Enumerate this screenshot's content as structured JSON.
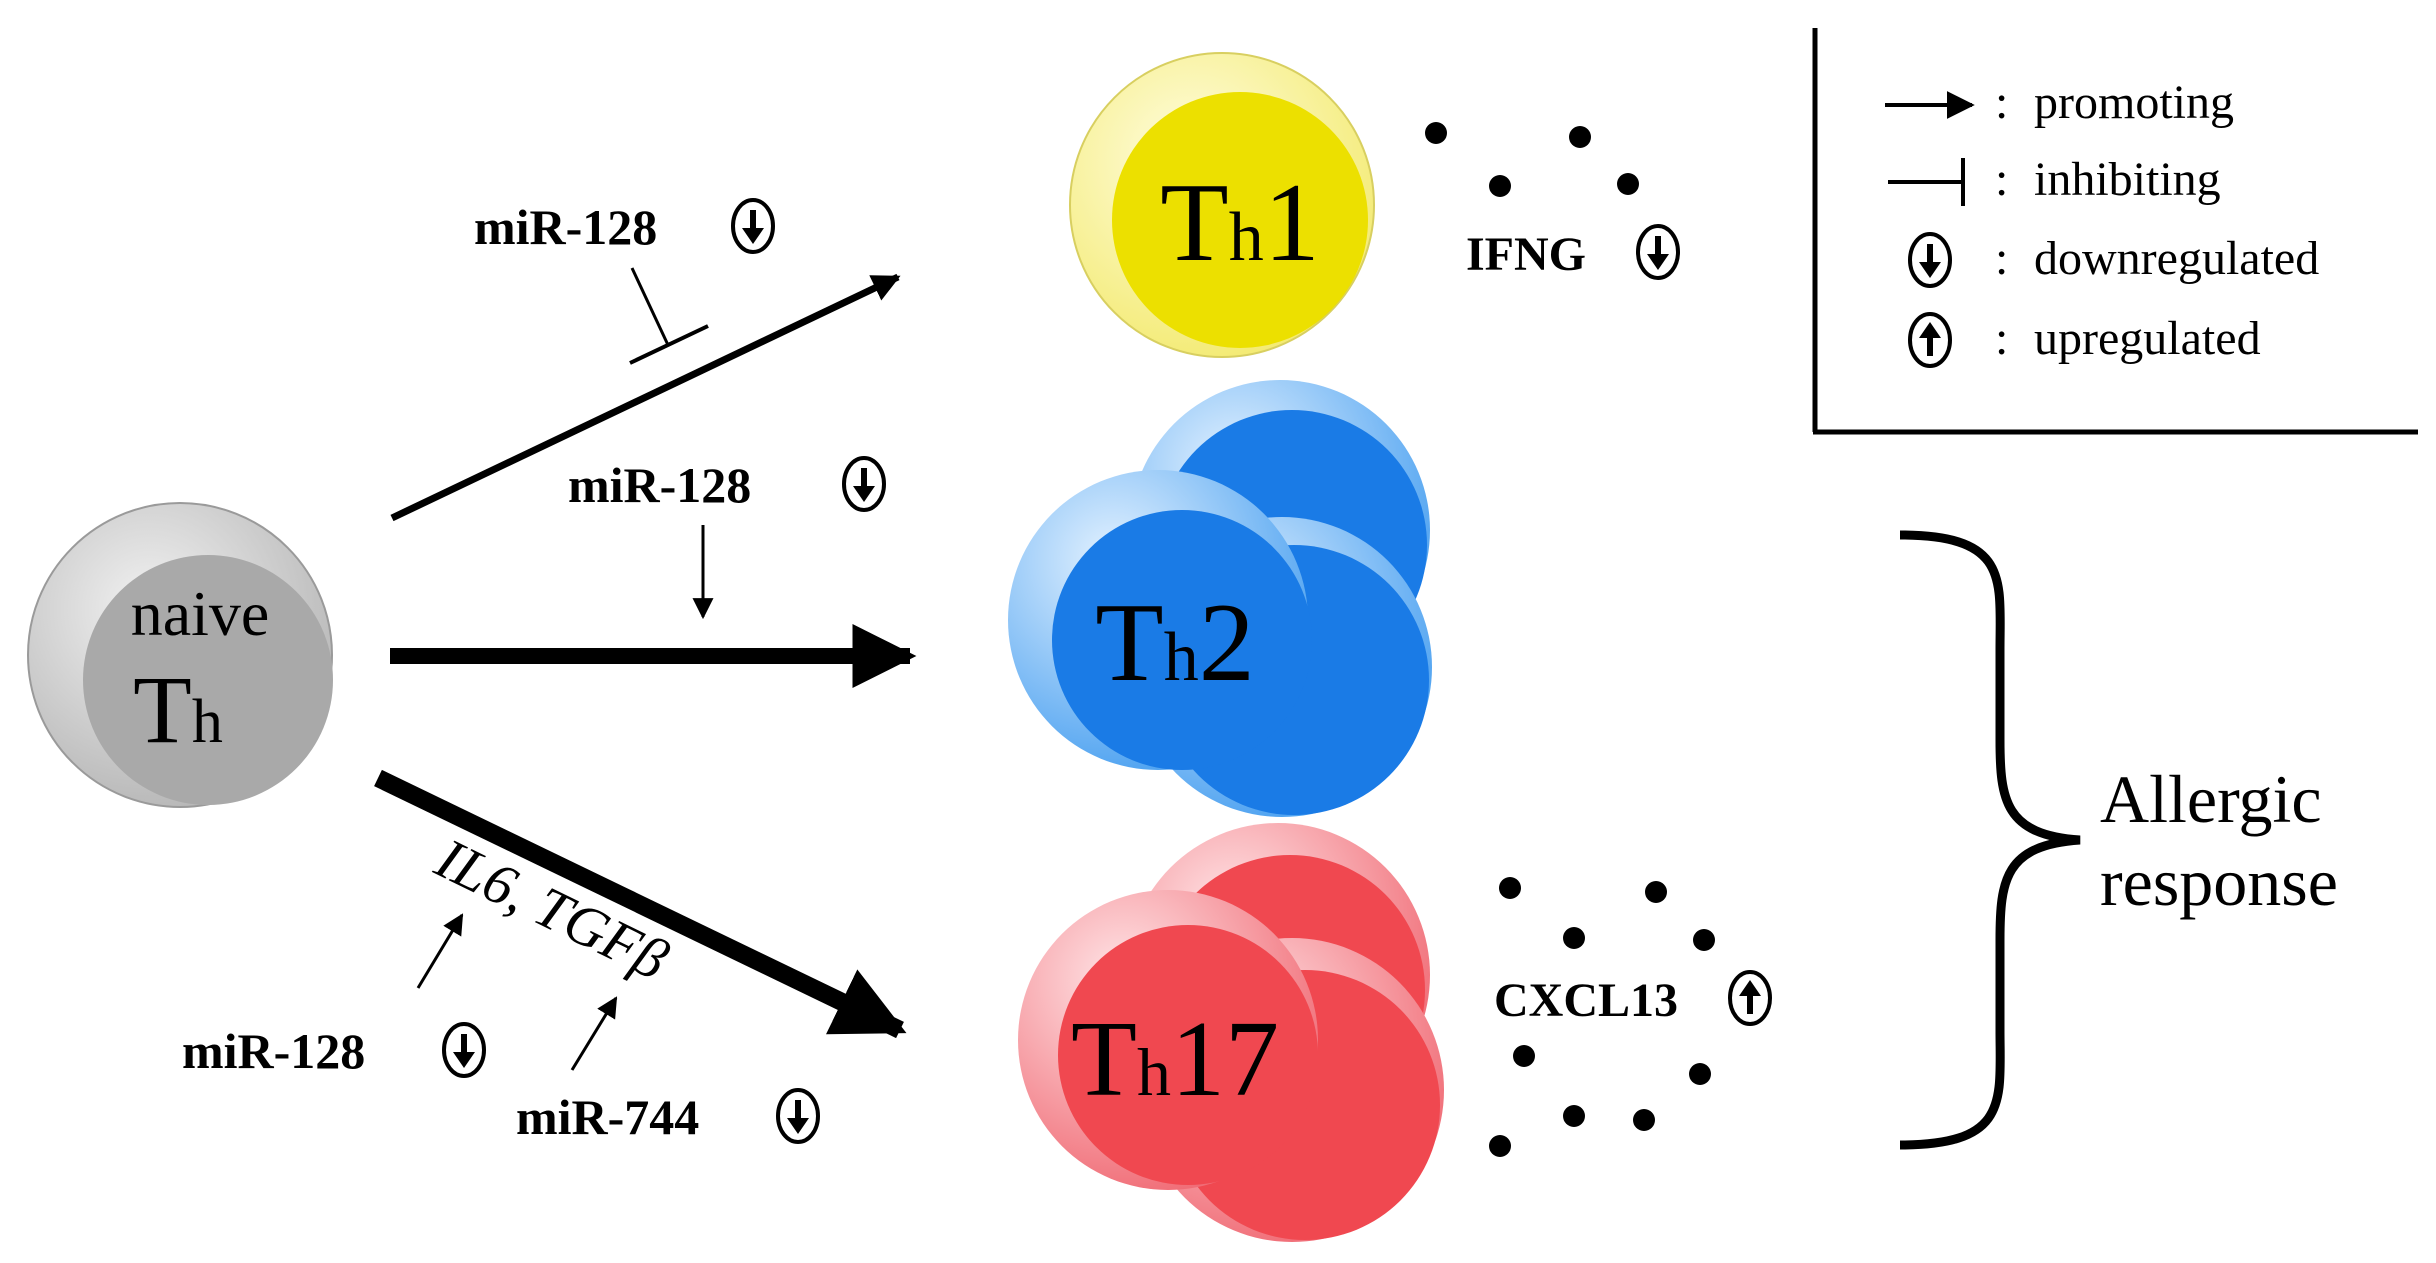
{
  "cells": {
    "naive_line1": "naive",
    "naive_main": "T",
    "naive_sub": "h",
    "th1_main": "T",
    "th1_sub": "h",
    "th1_num": "1",
    "th2_main": "T",
    "th2_sub": "h",
    "th2_num": "2",
    "th17_main": "T",
    "th17_sub": "h",
    "th17_num": "17"
  },
  "labels": {
    "mir128_th1": "miR-128",
    "mir128_th2": "miR-128",
    "mir128_th17": "miR-128",
    "mir744_th17": "miR-744",
    "il6_tgfb": "IL6, TGFβ",
    "ifng": "IFNG",
    "cxcl13": "CXCL13",
    "allergic_line1": "Allergic",
    "allergic_line2": "response"
  },
  "legend": {
    "items": [
      {
        "symbol": "arrow",
        "separator": ":",
        "label": "promoting"
      },
      {
        "symbol": "inhibit",
        "separator": ":",
        "label": "inhibiting"
      },
      {
        "symbol": "down",
        "separator": ":",
        "label": "downregulated"
      },
      {
        "symbol": "up",
        "separator": ":",
        "label": "upregulated"
      }
    ]
  },
  "colors": {
    "naive": "#a9a9a9",
    "th1": "#ece000",
    "th2": "#1a7be6",
    "th17": "#f04850",
    "ink": "#000000"
  }
}
